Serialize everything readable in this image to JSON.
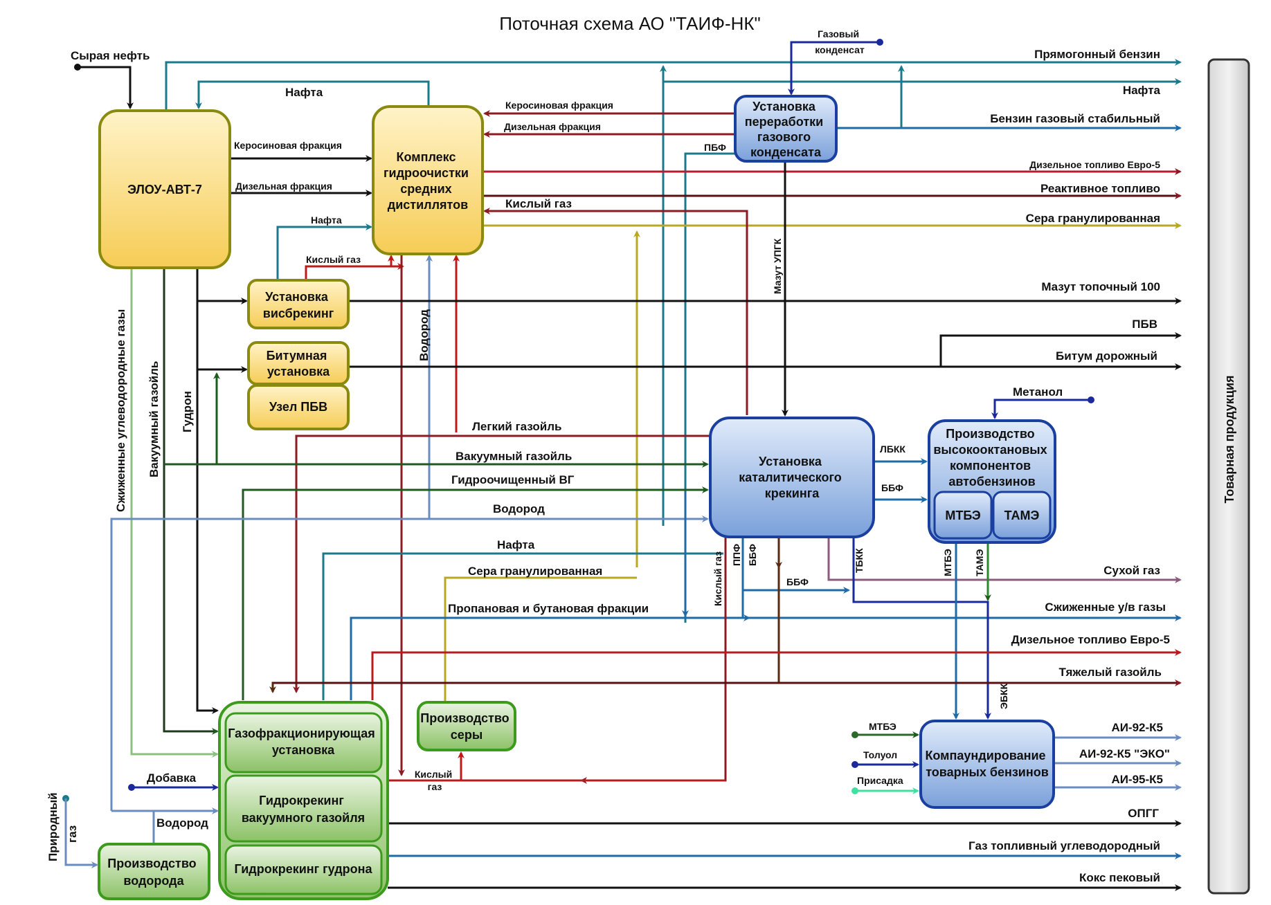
{
  "title": "Поточная схема АО \"ТАИФ-НК\"",
  "sidebar_label": "Товарная продукция",
  "colors": {
    "yellow_fill_top": "#fff2c4",
    "yellow_fill_bottom": "#f7cf5a",
    "yellow_stroke": "#8a8a10",
    "blue_fill_top": "#dde8f8",
    "blue_fill_bottom": "#7ea4dc",
    "blue_stroke": "#1a3fa0",
    "green_fill_top": "#e6f2dc",
    "green_fill_bottom": "#8fc46a",
    "green_stroke": "#3c9a1c",
    "teal": "#1a7a8c",
    "black": "#111111",
    "dark_red": "#8c1a22",
    "red": "#b81c1c",
    "olive_yellow": "#b8a820",
    "dark_green": "#1e5a1e",
    "steel_blue": "#6a8cc0",
    "blue": "#1e6aa8",
    "navy": "#1a2a9c",
    "mauve": "#8c5a7c",
    "light_green": "#8cc080",
    "brown": "#5a2a10",
    "mint": "#40e0a0"
  },
  "units": {
    "elou": "ЭЛОУ-АВТ-7",
    "hydrotreat": [
      "Комплекс",
      "гидроочистки",
      "средних",
      "дистиллятов"
    ],
    "gas_condensate": [
      "Установка",
      "переработки",
      "газового",
      "конденсата"
    ],
    "visbreaking": [
      "Установка",
      "висбрекинг"
    ],
    "bitumen": [
      "Битумная",
      "установка"
    ],
    "pbv": "Узел ПБВ",
    "cat_cracking": [
      "Установка",
      "каталитического",
      "крекинга"
    ],
    "high_octane": [
      "Производство",
      "высокооктановых",
      "компонентов",
      "автобензинов"
    ],
    "mtbe": "МТБЭ",
    "tame": "ТАМЭ",
    "compounding": [
      "Компаундирование",
      "товарных бензинов"
    ],
    "gas_fractionation": [
      "Газофракционирующая",
      "установка"
    ],
    "hydrocracking_vgo": [
      "Гидрокрекинг",
      "вакуумного газойля"
    ],
    "hydrocracking_tar": "Гидрокрекинг гудрона",
    "sulfur": [
      "Производство",
      "серы"
    ],
    "hydrogen": [
      "Производство",
      "водорода"
    ]
  },
  "inputs": {
    "crude_oil": "Сырая нефть",
    "gas_condensate": [
      "Газовый",
      "конденсат"
    ],
    "methanol": "Метанол",
    "additive": "Добавка",
    "natural_gas": [
      "Природный",
      "газ"
    ],
    "mtbe": "МТБЭ",
    "toluene": "Толуол",
    "prisadka": "Присадка"
  },
  "products": [
    "Прямогонный бензин",
    "Нафта",
    "Бензин газовый стабильный",
    "Дизельное топливо Евро-5",
    "Реактивное топливо",
    "Сера гранулированная",
    "Мазут топочный 100",
    "ПБВ",
    "Битум дорожный",
    "Сухой газ",
    "Сжиженные у/в газы",
    "Дизельное топливо Евро-5",
    "Тяжелый газойль",
    "АИ-92-К5",
    "АИ-92-К5 \"ЭКО\"",
    "АИ-95-К5",
    "ОПГГ",
    "Газ топливный углеводородный",
    "Кокс пековый"
  ],
  "flows": {
    "nafta_top": "Нафта",
    "kerosene": "Керосиновая фракция",
    "diesel": "Дизельная фракция",
    "nafta_mid": "Нафта",
    "sour_gas_vis": "Кислый газ",
    "kerosene_gc": "Керосиновая фракция",
    "diesel_gc": "Дизельная фракция",
    "pbf": "ПБФ",
    "sour_gas_ht": "Кислый газ",
    "mazut_upgk": "Мазут УПГК",
    "hydrogen_v": "Водород",
    "lpg_v": "Сжиженные углеводородные газы",
    "vgo_v": "Вакуумный газойль",
    "tar_v": "Гудрон",
    "light_gasoil": "Легкий газойль",
    "vgo": "Вакуумный газойль",
    "hydro_vgo": "Гидроочищенный ВГ",
    "hydrogen": "Водород",
    "nafta_low": "Нафта",
    "sulfur_low": "Сера гранулированная",
    "propane_butane": "Пропановая и бутановая фракции",
    "lbkk": "ЛБКК",
    "bbf": "ББФ",
    "bbf2": "ББФ",
    "sour_gas_cc": "Кислый газ",
    "ppf": "ППФ",
    "bbf_v": "ББФ",
    "tbkk": "ТБКК",
    "mtbe_v": "МТБЭ",
    "tame_v": "ТАМЭ",
    "ebkk": "ЭБКК",
    "sour_gas_bottom": [
      "Кислый",
      "газ"
    ],
    "hydrogen_bottom": "Водород"
  }
}
